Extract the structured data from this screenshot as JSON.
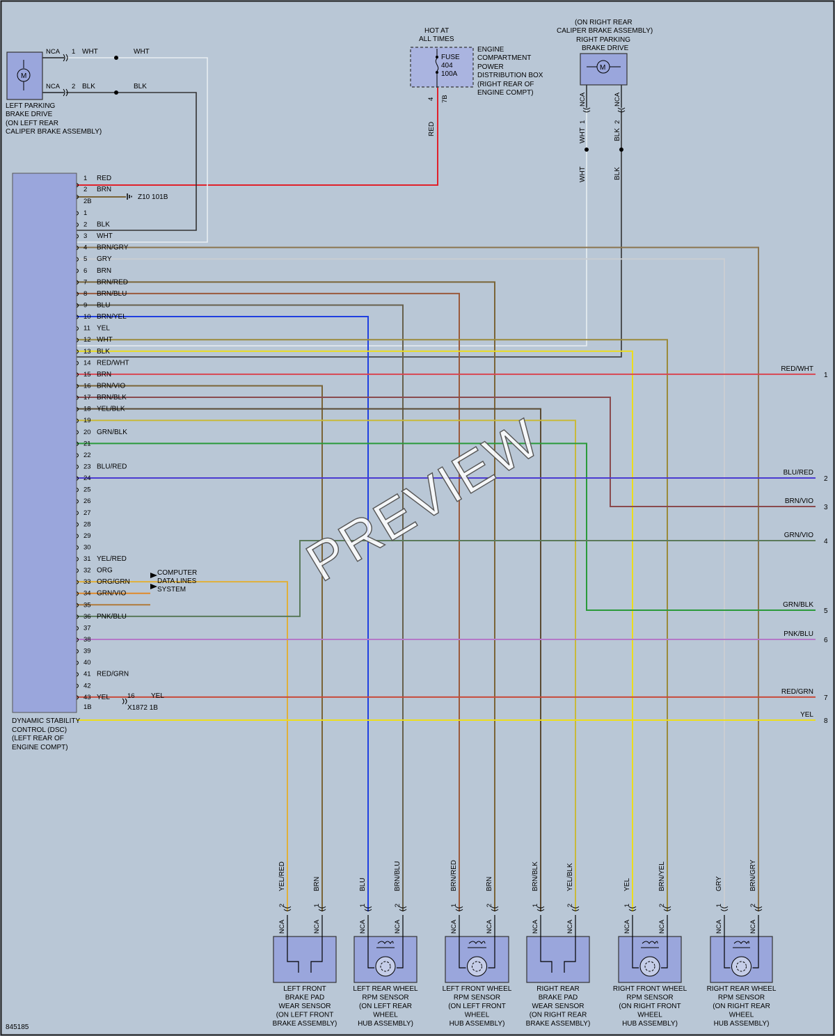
{
  "diagram_code": "845185",
  "watermark": "PREVIEW",
  "colors": {
    "background": "#b9c7d6",
    "module_fill": "#9aa6dc",
    "fuse_fill": "#aab4e0",
    "frame": "#1a1a1a"
  },
  "fuse_box": {
    "hot_label": [
      "HOT AT",
      "ALL TIMES"
    ],
    "fuse_text": [
      "FUSE",
      "404",
      "100A"
    ],
    "location": [
      "ENGINE",
      "COMPARTMENT",
      "POWER",
      "DISTRIBUTION BOX",
      "(RIGHT REAR OF",
      "ENGINE COMPT)"
    ],
    "pin": "4",
    "connector": "7B",
    "wire": "RED"
  },
  "left_motor": {
    "label": [
      "LEFT PARKING",
      "BRAKE DRIVE",
      "(ON LEFT REAR",
      "CALIPER BRAKE ASSEMBLY)"
    ],
    "pins": [
      {
        "nca": "NCA",
        "pin": "1",
        "wire": "WHT",
        "wire2": "WHT"
      },
      {
        "nca": "NCA",
        "pin": "2",
        "wire": "BLK",
        "wire2": "BLK"
      }
    ]
  },
  "right_motor": {
    "label": [
      "(ON RIGHT REAR",
      "CALIPER BRAKE ASSEMBLY)",
      "RIGHT PARKING",
      "BRAKE DRIVE"
    ],
    "pins": [
      {
        "nca": "NCA",
        "pin": "1",
        "wire": "WHT",
        "wire2": "WHT"
      },
      {
        "nca": "NCA",
        "pin": "2",
        "wire": "BLK",
        "wire2": "BLK"
      }
    ]
  },
  "dsc_module": {
    "label": [
      "DYNAMIC STABILITY",
      "CONTROL (DSC)",
      "(LEFT REAR OF",
      "ENGINE COMPT)"
    ],
    "ground": "Z10 101B",
    "connectors": [
      "2B",
      "1B"
    ],
    "computer_data": [
      "COMPUTER",
      "DATA LINES",
      "SYSTEM"
    ],
    "x1872": {
      "pin": "16",
      "wire": "YEL",
      "label": "X1872 1B"
    }
  },
  "dsc_pins_2b": [
    {
      "pin": "1",
      "wire": "RED"
    },
    {
      "pin": "2",
      "wire": "BRN"
    }
  ],
  "dsc_pins_1b": [
    {
      "pin": "1",
      "wire": ""
    },
    {
      "pin": "2",
      "wire": "BLK"
    },
    {
      "pin": "3",
      "wire": "WHT"
    },
    {
      "pin": "4",
      "wire": "BRN/GRY"
    },
    {
      "pin": "5",
      "wire": "GRY"
    },
    {
      "pin": "6",
      "wire": "BRN"
    },
    {
      "pin": "7",
      "wire": "BRN/RED"
    },
    {
      "pin": "8",
      "wire": "BRN/BLU"
    },
    {
      "pin": "9",
      "wire": "BLU"
    },
    {
      "pin": "10",
      "wire": "BRN/YEL"
    },
    {
      "pin": "11",
      "wire": "YEL"
    },
    {
      "pin": "12",
      "wire": "WHT"
    },
    {
      "pin": "13",
      "wire": "BLK"
    },
    {
      "pin": "14",
      "wire": "RED/WHT"
    },
    {
      "pin": "15",
      "wire": "BRN"
    },
    {
      "pin": "16",
      "wire": "BRN/VIO"
    },
    {
      "pin": "17",
      "wire": "BRN/BLK"
    },
    {
      "pin": "18",
      "wire": "YEL/BLK"
    },
    {
      "pin": "19",
      "wire": ""
    },
    {
      "pin": "20",
      "wire": "GRN/BLK"
    },
    {
      "pin": "21",
      "wire": ""
    },
    {
      "pin": "22",
      "wire": ""
    },
    {
      "pin": "23",
      "wire": "BLU/RED"
    },
    {
      "pin": "24",
      "wire": ""
    },
    {
      "pin": "25",
      "wire": ""
    },
    {
      "pin": "26",
      "wire": ""
    },
    {
      "pin": "27",
      "wire": ""
    },
    {
      "pin": "28",
      "wire": ""
    },
    {
      "pin": "29",
      "wire": ""
    },
    {
      "pin": "30",
      "wire": ""
    },
    {
      "pin": "31",
      "wire": "YEL/RED"
    },
    {
      "pin": "32",
      "wire": "ORG"
    },
    {
      "pin": "33",
      "wire": "ORG/GRN"
    },
    {
      "pin": "34",
      "wire": "GRN/VIO"
    },
    {
      "pin": "35",
      "wire": ""
    },
    {
      "pin": "36",
      "wire": "PNK/BLU"
    },
    {
      "pin": "37",
      "wire": ""
    },
    {
      "pin": "38",
      "wire": ""
    },
    {
      "pin": "39",
      "wire": ""
    },
    {
      "pin": "40",
      "wire": ""
    },
    {
      "pin": "41",
      "wire": "RED/GRN"
    },
    {
      "pin": "42",
      "wire": ""
    },
    {
      "pin": "43",
      "wire": "YEL"
    }
  ],
  "right_exits": [
    {
      "wire": "RED/WHT",
      "num": "1"
    },
    {
      "wire": "BLU/RED",
      "num": "2"
    },
    {
      "wire": "BRN/VIO",
      "num": "3"
    },
    {
      "wire": "GRN/VIO",
      "num": "4"
    },
    {
      "wire": "GRN/BLK",
      "num": "5"
    },
    {
      "wire": "PNK/BLU",
      "num": "6"
    },
    {
      "wire": "RED/GRN",
      "num": "7"
    },
    {
      "wire": "YEL",
      "num": "8"
    }
  ],
  "sensors": [
    {
      "name": [
        "LEFT FRONT",
        "BRAKE PAD",
        "WEAR SENSOR",
        "(ON LEFT FRONT",
        "BRAKE ASSEMBLY)"
      ],
      "kind": "pad",
      "pins": [
        {
          "nca": "NCA",
          "pin": "2",
          "wire": "YEL/RED"
        },
        {
          "nca": "NCA",
          "pin": "1",
          "wire": "BRN"
        }
      ]
    },
    {
      "name": [
        "LEFT REAR WHEEL",
        "RPM SENSOR",
        "(ON LEFT REAR",
        "WHEEL",
        "HUB ASSEMBLY)"
      ],
      "kind": "rpm",
      "pins": [
        {
          "nca": "NCA",
          "pin": "1",
          "wire": "BLU"
        },
        {
          "nca": "NCA",
          "pin": "2",
          "wire": "BRN/BLU"
        }
      ]
    },
    {
      "name": [
        "LEFT FRONT WHEEL",
        "RPM SENSOR",
        "(ON LEFT FRONT",
        "WHEEL",
        "HUB ASSEMBLY)"
      ],
      "kind": "rpm",
      "pins": [
        {
          "nca": "NCA",
          "pin": "1",
          "wire": "BRN/RED"
        },
        {
          "nca": "NCA",
          "pin": "2",
          "wire": "BRN"
        }
      ]
    },
    {
      "name": [
        "RIGHT REAR",
        "BRAKE PAD",
        "WEAR SENSOR",
        "(ON RIGHT REAR",
        "BRAKE ASSEMBLY)"
      ],
      "kind": "pad",
      "pins": [
        {
          "nca": "NCA",
          "pin": "1",
          "wire": "BRN/BLK"
        },
        {
          "nca": "NCA",
          "pin": "2",
          "wire": "YEL/BLK"
        }
      ]
    },
    {
      "name": [
        "RIGHT FRONT WHEEL",
        "RPM SENSOR",
        "(ON RIGHT FRONT",
        "WHEEL",
        "HUB ASSEMBLY)"
      ],
      "kind": "rpm",
      "pins": [
        {
          "nca": "NCA",
          "pin": "1",
          "wire": "YEL"
        },
        {
          "nca": "NCA",
          "pin": "2",
          "wire": "BRN/YEL"
        }
      ]
    },
    {
      "name": [
        "RIGHT REAR WHEEL",
        "RPM SENSOR",
        "(ON RIGHT REAR",
        "WHEEL",
        "HUB ASSEMBLY)"
      ],
      "kind": "rpm",
      "pins": [
        {
          "nca": "NCA",
          "pin": "1",
          "wire": "GRY"
        },
        {
          "nca": "NCA",
          "pin": "2",
          "wire": "BRN/GRY"
        }
      ]
    }
  ]
}
